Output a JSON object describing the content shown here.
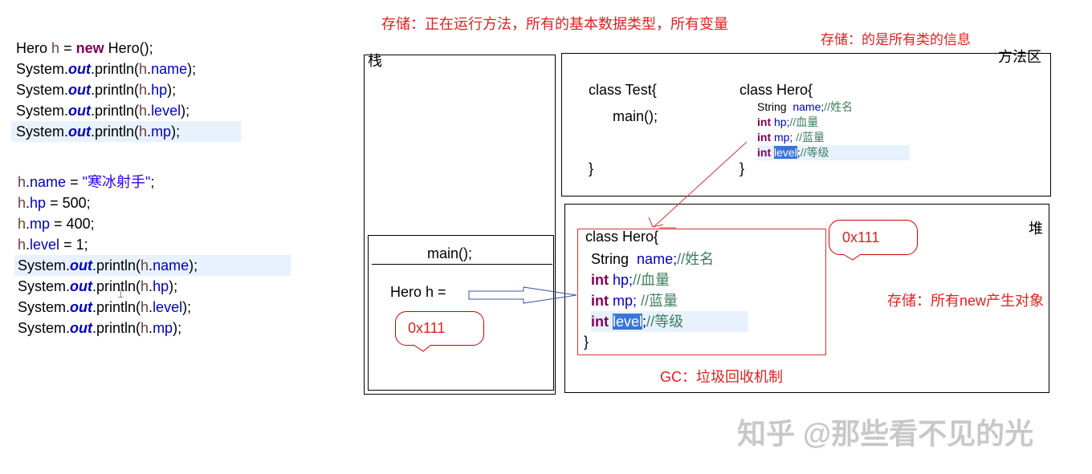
{
  "code_block_1": {
    "line1": {
      "a": "Hero",
      "b": "h",
      "c": "=",
      "d": "new",
      "e": "Hero();"
    },
    "line2": {
      "a": "System.",
      "b": "out",
      "c": ".println(",
      "d": "h",
      "e": ".",
      "f": "name",
      "g": ");"
    },
    "line3": {
      "a": "System.",
      "b": "out",
      "c": ".println(",
      "d": "h",
      "e": ".",
      "f": "hp",
      "g": ");"
    },
    "line4": {
      "a": "System.",
      "b": "out",
      "c": ".println(",
      "d": "h",
      "e": ".",
      "f": "level",
      "g": ");"
    },
    "line5": {
      "a": "System.",
      "b": "out",
      "c": ".println(",
      "d": "h",
      "e": ".",
      "f": "mp",
      "g": ");"
    }
  },
  "code_block_2": {
    "line1": {
      "a": "h",
      "b": ".",
      "c": "name",
      "d": " = ",
      "e": "\"寒冰射手\"",
      "f": ";"
    },
    "line2": {
      "a": "h",
      "b": ".",
      "c": "hp",
      "d": " = 500;"
    },
    "line3": {
      "a": "h",
      "b": ".",
      "c": "mp",
      "d": " = 400;"
    },
    "line4": {
      "a": "h",
      "b": ".",
      "c": "level",
      "d": " = 1;"
    },
    "line5": {
      "a": "System.",
      "b": "out",
      "c": ".println(",
      "d": "h",
      "e": ".",
      "f": "name",
      "g": ");"
    },
    "line6": {
      "a": "System.",
      "b": "out",
      "c": ".println(",
      "d": "h",
      "e": ".",
      "f": "hp",
      "g": ");"
    },
    "line7": {
      "a": "System.",
      "b": "out",
      "c": ".println(",
      "d": "h",
      "e": ".",
      "f": "level",
      "g": ");"
    },
    "line8": {
      "a": "System.",
      "b": "out",
      "c": ".println(",
      "d": "h",
      "e": ".",
      "f": "mp",
      "g": ");"
    }
  },
  "notes": {
    "stack_storage": "存储：正在运行方法，所有的基本数据类型，所有变量",
    "method_area_storage": "存储：的是所有类的信息",
    "heap_storage": "存储：所有new产生对象",
    "gc": "GC：垃圾回收机制"
  },
  "stack": {
    "title": "栈",
    "frame_title": "main();",
    "var_label": "Hero h =",
    "address": "0x111"
  },
  "method_area": {
    "title": "方法区",
    "test_class": {
      "header": "class Test{",
      "method": "main();",
      "close": "}"
    },
    "hero_class": {
      "header": "class Hero{",
      "f1_type": "String",
      "f1_name": "name;",
      "f1_cmt": "//姓名",
      "f2_type": "int",
      "f2_name": "hp;",
      "f2_cmt": "//血量",
      "f3_type": "int",
      "f3_name": "mp;",
      "f3_cmt": "//蓝量",
      "f4_type": "int",
      "f4_name": "level",
      "f4_semi": ";",
      "f4_cmt": "//等级",
      "close": "}"
    }
  },
  "heap": {
    "title": "堆",
    "address": "0x111",
    "hero_object": {
      "header": "class Hero{",
      "f1_type": "String",
      "f1_name": "name;",
      "f1_cmt": "//姓名",
      "f2_type": "int",
      "f2_name": "hp;",
      "f2_cmt": "//血量",
      "f3_type": "int",
      "f3_name": "mp;",
      "f3_cmt": "//蓝量",
      "f4_type": "int",
      "f4_name": "level",
      "f4_semi": ";",
      "f4_cmt": "//等级",
      "close": "}"
    }
  },
  "watermark": "知乎 @那些看不见的光",
  "colors": {
    "keyword": "#7f0055",
    "field": "#0000c0",
    "comment": "#3f7f5f",
    "note_red": "#e02020",
    "line_highlight": "#e8f2fe",
    "selection": "#3875d7"
  }
}
